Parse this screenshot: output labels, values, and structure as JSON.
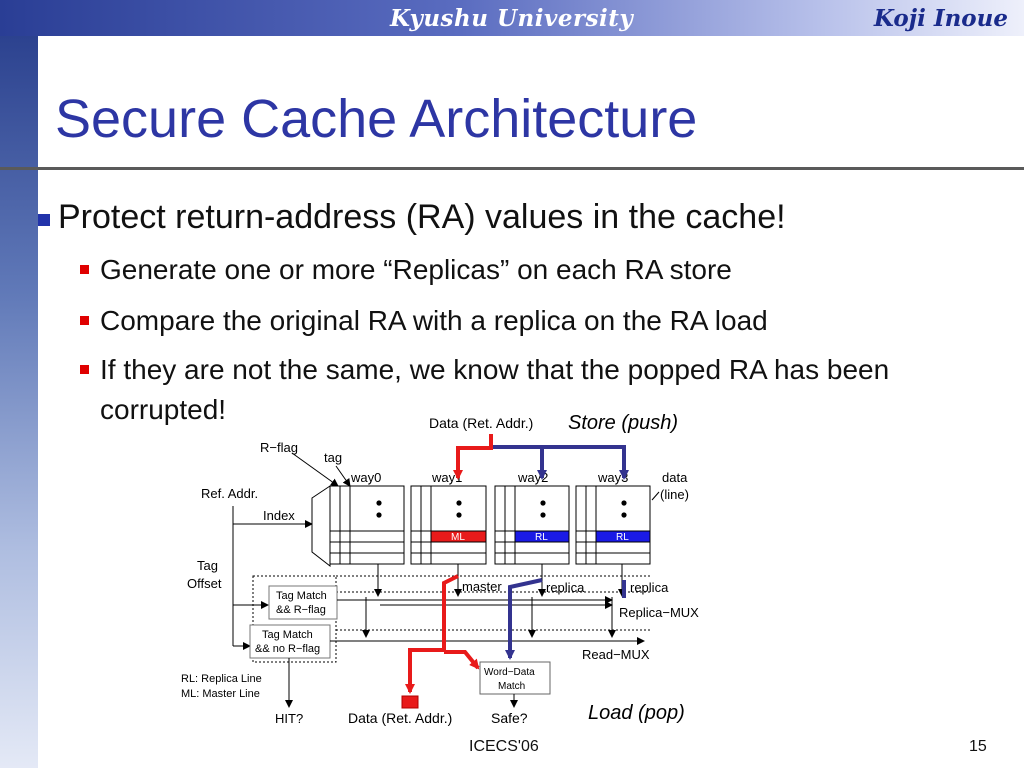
{
  "header": {
    "university": "Kyushu University",
    "author": "Koji Inoue"
  },
  "slide": {
    "title": "Secure Cache Architecture",
    "bullet_main": "Protect return-address (RA) values in the cache!",
    "sub_bullets": [
      "Generate one or more “Replicas” on each RA store",
      "Compare the original RA with a replica on the RA load",
      "If they are not the same, we know that the popped RA has been corrupted!"
    ]
  },
  "diagram": {
    "top_data": "Data (Ret. Addr.)",
    "store_label": "Store (push)",
    "load_label": "Load (pop)",
    "r_flag": "R−flag",
    "tag": "tag",
    "ref_addr": "Ref. Addr.",
    "index": "Index",
    "tag_offset_1": "Tag",
    "tag_offset_2": "Offset",
    "ways": [
      "way0",
      "way1",
      "way2",
      "way3"
    ],
    "data_line_1": "data",
    "data_line_2": "(line)",
    "ml": "ML",
    "rl": "RL",
    "master": "master",
    "replica": "replica",
    "tm_rflag_1": "Tag Match",
    "tm_rflag_2": "&& R−flag",
    "tm_norflag_1": "Tag Match",
    "tm_norflag_2": "&& no R−flag",
    "replica_mux": "Replica−MUX",
    "read_mux": "Read−MUX",
    "word_data_1": "Word−Data",
    "word_data_2": "Match",
    "legend_rl": "RL: Replica Line",
    "legend_ml": "ML: Master Line",
    "hit": "HIT?",
    "bottom_data": "Data (Ret. Addr.)",
    "safe": "Safe?",
    "colors": {
      "master": "#e81a1a",
      "replica": "#33338f",
      "rl_fill": "#1a1ae6"
    }
  },
  "footer": {
    "conference": "ICECS'06",
    "page": "15"
  }
}
